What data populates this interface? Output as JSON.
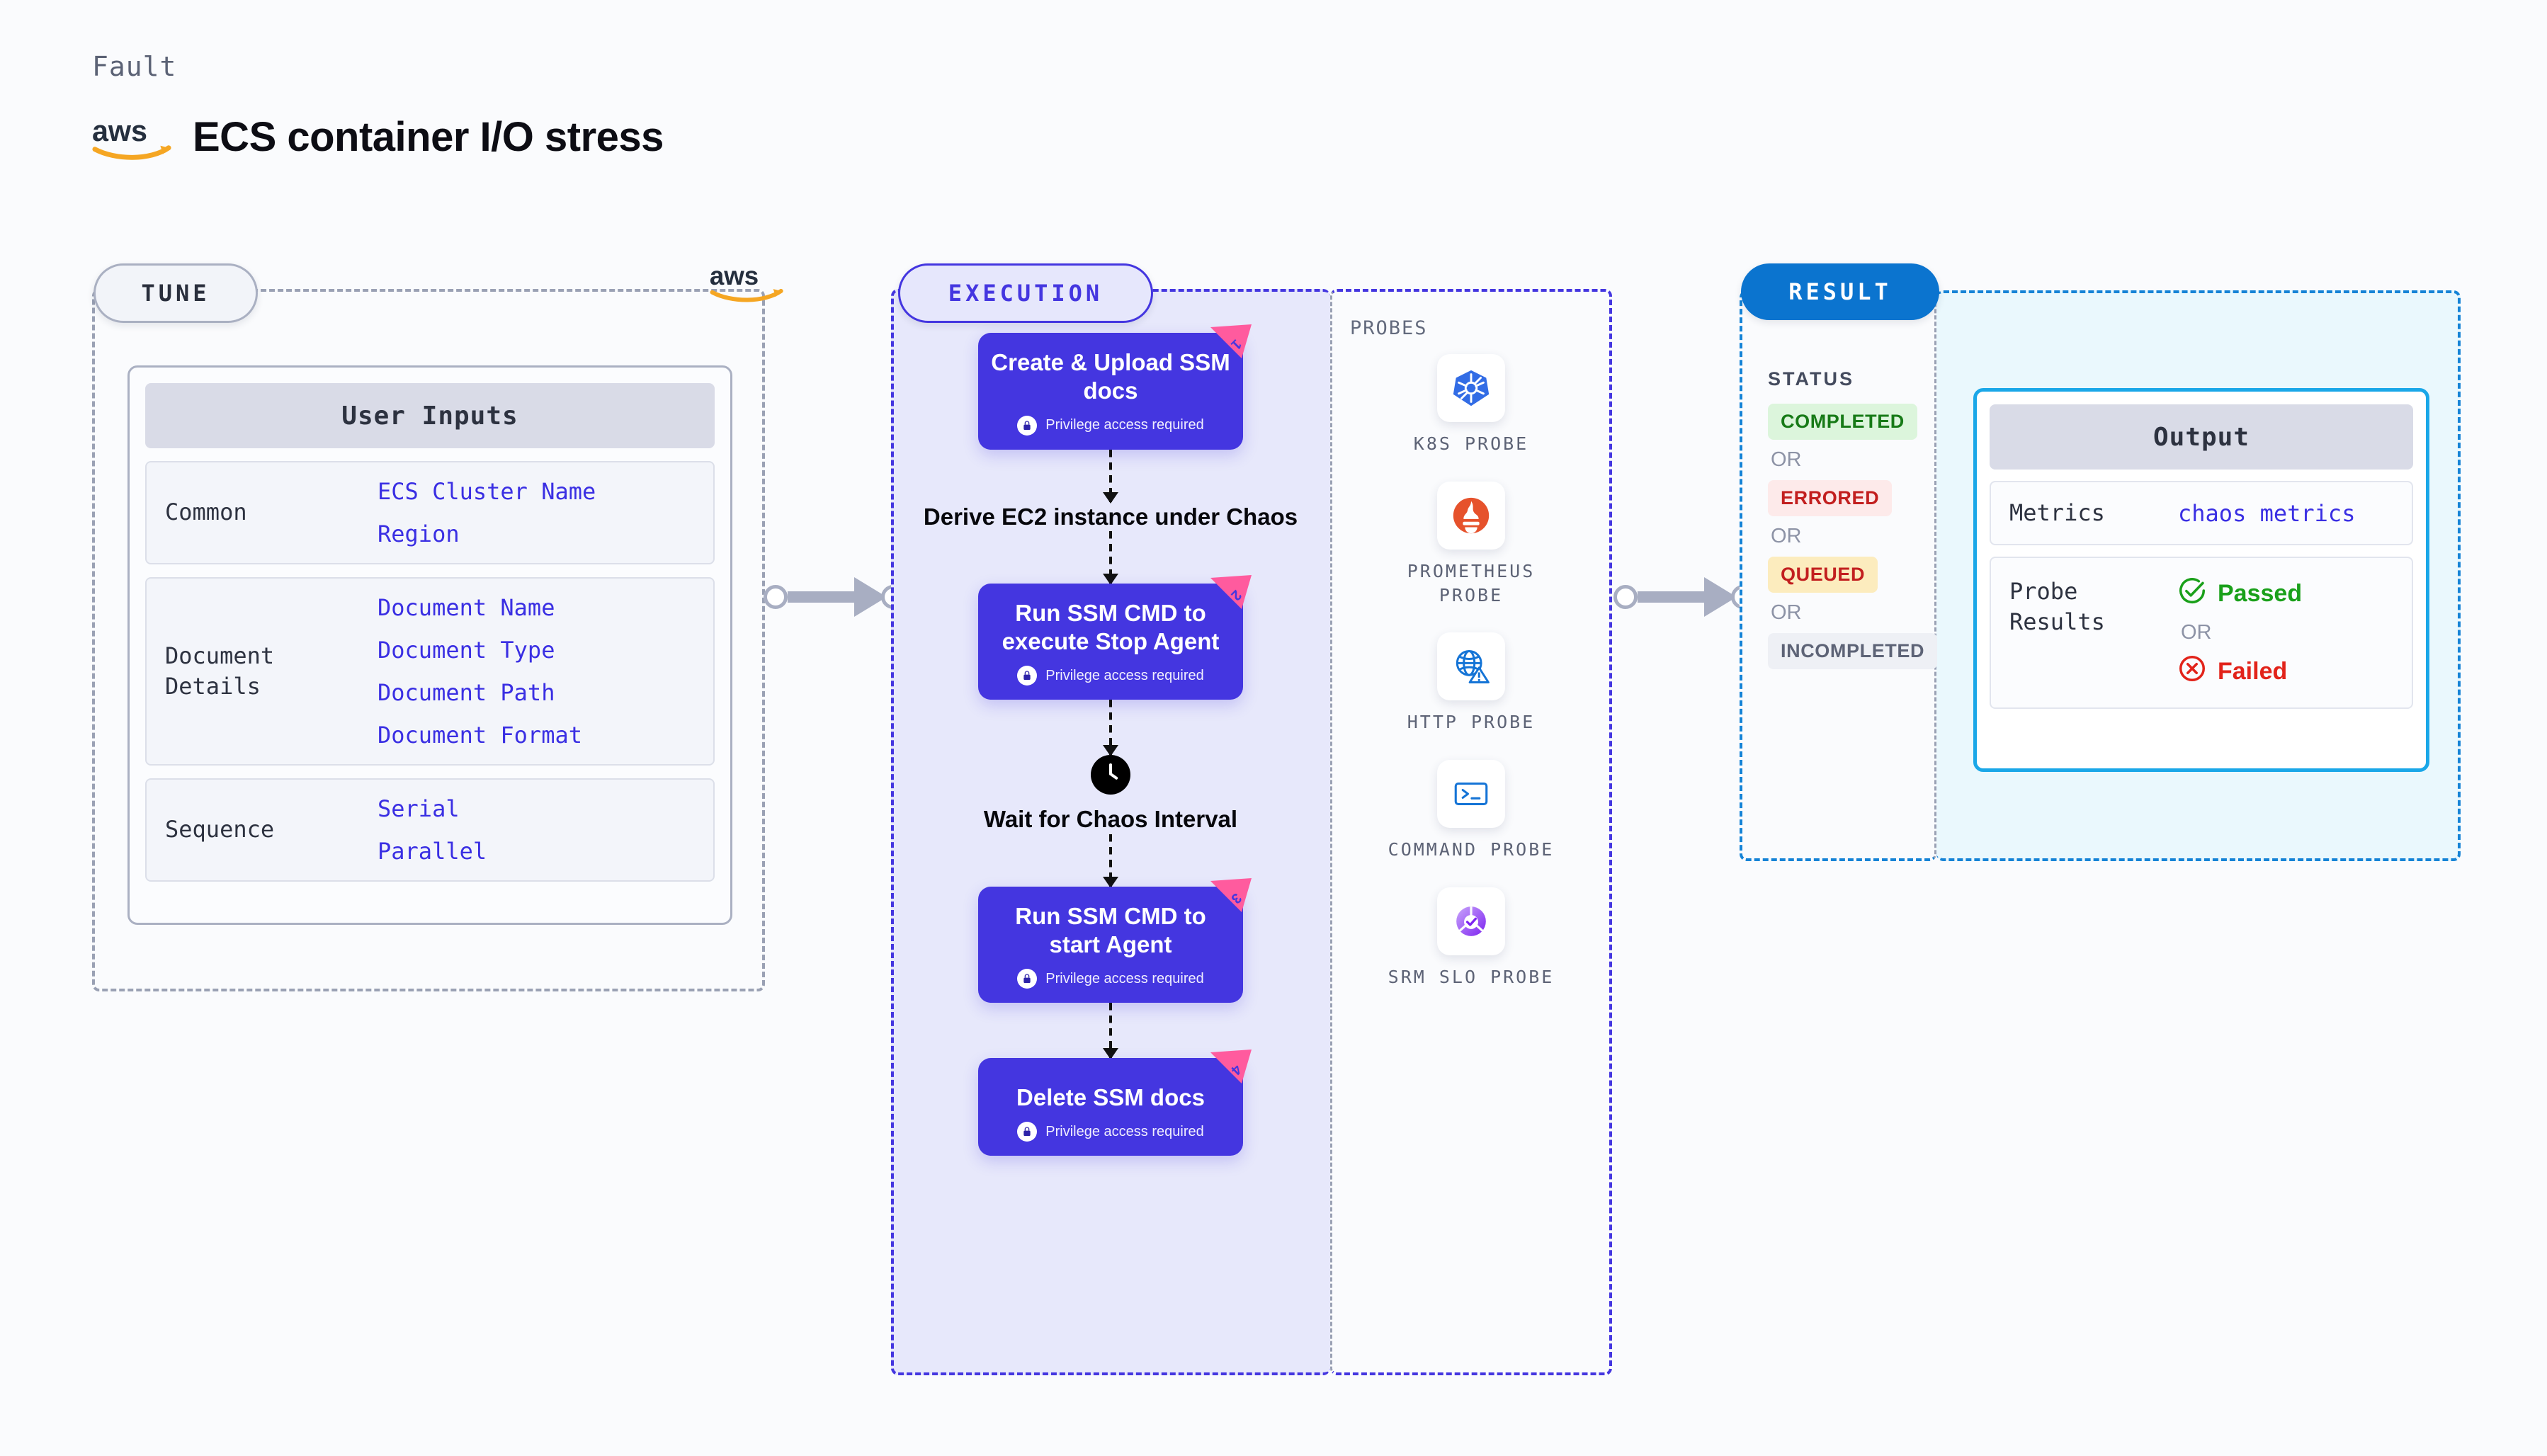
{
  "header": {
    "eyebrow": "Fault",
    "title": "ECS container I/O stress",
    "logo_icon": "aws-logo"
  },
  "tune": {
    "pill_label": "TUNE",
    "aws_icon": "aws-logo",
    "card_title": "User Inputs",
    "groups": [
      {
        "label": "Common",
        "values": [
          "ECS Cluster Name",
          "Region"
        ]
      },
      {
        "label": "Document Details",
        "values": [
          "Document Name",
          "Document Type",
          "Document Path",
          "Document Format"
        ]
      },
      {
        "label": "Sequence",
        "values": [
          "Serial",
          "Parallel"
        ]
      }
    ]
  },
  "execution": {
    "pill_label": "EXECUTION",
    "privilege_note": "Privilege access required",
    "steps": [
      {
        "type": "action",
        "title": "Create & Upload SSM docs",
        "badge": "1",
        "lock": true
      },
      {
        "type": "plain",
        "title": "Derive EC2 instance under Chaos"
      },
      {
        "type": "action",
        "title": "Run SSM CMD to execute Stop Agent",
        "badge": "2",
        "lock": true
      },
      {
        "type": "wait",
        "title": "Wait for Chaos Interval",
        "icon": "clock-icon"
      },
      {
        "type": "action",
        "title": "Run SSM CMD to start Agent",
        "badge": "3",
        "lock": true
      },
      {
        "type": "action",
        "title": "Delete SSM docs",
        "badge": "4",
        "lock": true
      }
    ]
  },
  "probes": {
    "section_label": "PROBES",
    "items": [
      {
        "label": "K8S PROBE",
        "icon": "kubernetes-icon"
      },
      {
        "label": "PROMETHEUS PROBE",
        "icon": "prometheus-icon"
      },
      {
        "label": "HTTP PROBE",
        "icon": "http-globe-icon"
      },
      {
        "label": "COMMAND PROBE",
        "icon": "terminal-icon"
      },
      {
        "label": "SRM SLO PROBE",
        "icon": "srm-slo-icon"
      }
    ]
  },
  "result": {
    "pill_label": "RESULT",
    "status_label": "STATUS",
    "or_label": "OR",
    "statuses": [
      {
        "text": "COMPLETED",
        "color": "#177a17",
        "bg": "#dcf5dc"
      },
      {
        "text": "ERRORED",
        "color": "#c21f1f",
        "bg": "#fdeaea"
      },
      {
        "text": "QUEUED",
        "color": "#c21f1f",
        "bg": "#fcecbe"
      },
      {
        "text": "INCOMPLETED",
        "color": "#5d6376",
        "bg": "#eef0f5"
      }
    ],
    "output": {
      "title": "Output",
      "metrics_label": "Metrics",
      "metrics_value": "chaos metrics",
      "probe_results_label": "Probe Results",
      "passed_label": "Passed",
      "failed_label": "Failed",
      "or_label": "OR",
      "passed_icon": "check-circle-icon",
      "failed_icon": "x-circle-icon"
    }
  },
  "colors": {
    "accent_purple": "#4436e0",
    "accent_blue": "#0b74cf",
    "accent_cyan": "#1aa7e8",
    "ribbon_pink": "#ff5b9e",
    "aws_orange": "#f5a623",
    "passed_green": "#1aa01a",
    "failed_red": "#e2231a"
  }
}
